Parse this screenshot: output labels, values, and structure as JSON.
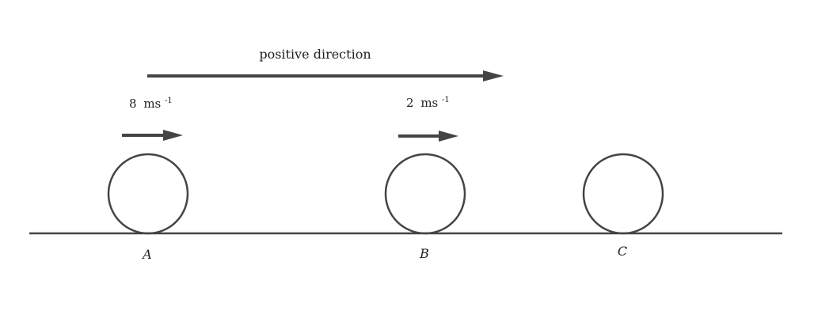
{
  "diagram": {
    "direction_label": "positive direction",
    "colors": {
      "stroke": "#444444",
      "text": "#222222",
      "background": "#ffffff"
    },
    "balls": [
      {
        "name": "A",
        "speed_value": "8",
        "speed_unit": "ms",
        "speed_exponent": "-1"
      },
      {
        "name": "B",
        "speed_value": "2",
        "speed_unit": "ms",
        "speed_exponent": "-1"
      },
      {
        "name": "C"
      }
    ]
  }
}
